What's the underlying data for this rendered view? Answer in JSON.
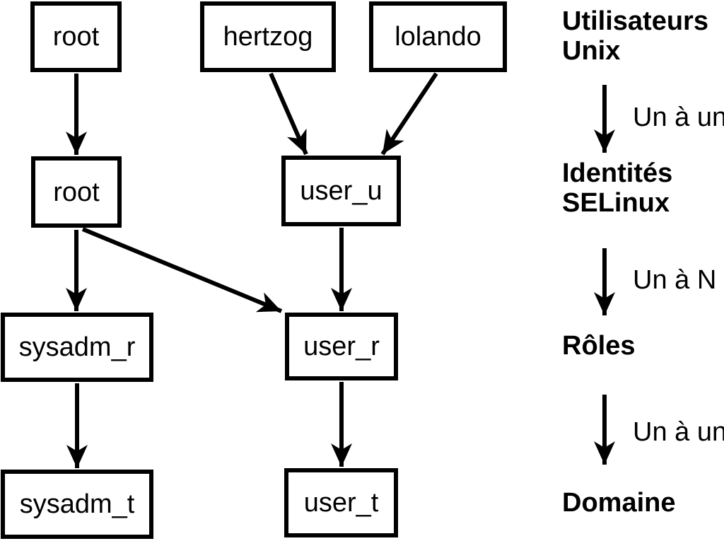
{
  "diagram": {
    "boxes": [
      {
        "id": "unix-root",
        "label": "root"
      },
      {
        "id": "unix-hertzog",
        "label": "hertzog"
      },
      {
        "id": "unix-lolando",
        "label": "lolando"
      },
      {
        "id": "selinux-root",
        "label": "root"
      },
      {
        "id": "selinux-user-u",
        "label": "user_u"
      },
      {
        "id": "role-sysadm-r",
        "label": "sysadm_r"
      },
      {
        "id": "role-user-r",
        "label": "user_r"
      },
      {
        "id": "domain-sysadm-t",
        "label": "sysadm_t"
      },
      {
        "id": "domain-user-t",
        "label": "user_t"
      }
    ]
  },
  "legend": {
    "levels": [
      {
        "lines": [
          "Utilisateurs",
          "Unix"
        ]
      },
      {
        "lines": [
          "Identités",
          "SELinux"
        ]
      },
      {
        "lines": [
          "Rôles"
        ]
      },
      {
        "lines": [
          "Domaine"
        ]
      }
    ],
    "relations": [
      "Un à un",
      "Un à N",
      "Un à un"
    ]
  },
  "colors": {
    "foreground": "#000000",
    "background": "#ffffff"
  }
}
